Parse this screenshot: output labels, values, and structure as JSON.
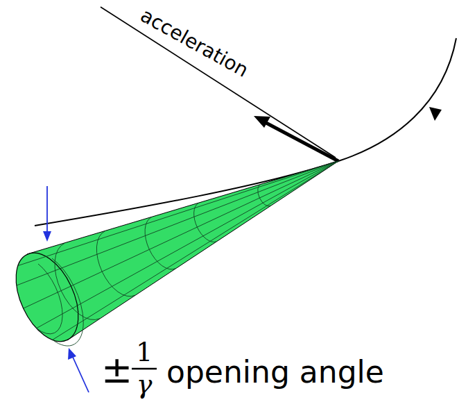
{
  "diagram": {
    "labels": [
      "acceleration",
      "±",
      "1",
      "γ",
      "opening angle"
    ]
  }
}
